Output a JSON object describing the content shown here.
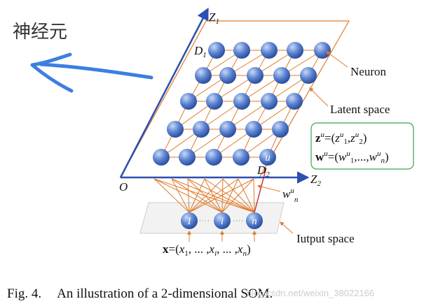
{
  "annotation": {
    "chinese_text": "神经元",
    "arrow_color": "#3b7fe0"
  },
  "axes": {
    "z1_letter": "Z",
    "z1_sub": "1",
    "z2_letter": "Z",
    "z2_sub": "2",
    "origin": "O",
    "axis_color": "#2c4fb0"
  },
  "corners": {
    "d1_letter": "D",
    "d1_sub": "1",
    "d2_letter": "D",
    "d2_sub": "2"
  },
  "labels": {
    "neuron": "Neuron",
    "latent_space": "Latent space",
    "input_space": "Iutput space"
  },
  "neuron_u": "u",
  "formula_box": {
    "z_bold": "z",
    "z_sup": "u",
    "z_eq": "=(",
    "z_inner1": "z",
    "z_inner1_sup": "u",
    "z_inner1_sub": "1",
    "z_comma": ",",
    "z_inner2": "z",
    "z_inner2_sup": "u",
    "z_inner2_sub": "2",
    "z_close": ")",
    "w_bold": "w",
    "w_sup": "u",
    "w_eq": "=(",
    "w_inner1": "w",
    "w_inner1_sup": "u",
    "w_inner1_sub": "1",
    "w_mid": ",...,",
    "w_inner2": "w",
    "w_inner2_sup": "u",
    "w_inner2_sub": "n",
    "w_close": ")",
    "border_color": "#3aa34a"
  },
  "weight_label": {
    "w": "w",
    "sup": "u",
    "sub": "n"
  },
  "input_nodes": [
    "1",
    "i",
    "n"
  ],
  "input_vector": {
    "x_bold": "x",
    "eq": "=(",
    "x1": "x",
    "x1_sub": "1",
    "dots1": ", ... ,",
    "xi": "x",
    "xi_sub": "i",
    "dots2": ", ... ,",
    "xn": "x",
    "xn_sub": "n",
    "close": ")"
  },
  "caption": {
    "fig": "Fig. 4.",
    "text": "An illustration of a 2-dimensional SOM."
  },
  "watermark": "blog.csdn.net/weixin_38022166",
  "colors": {
    "grid_line": "#e07a2a",
    "node_fill": "#4a74c9",
    "node_highlight": "#a9c1ee",
    "plane_border": "#e07a2a"
  }
}
